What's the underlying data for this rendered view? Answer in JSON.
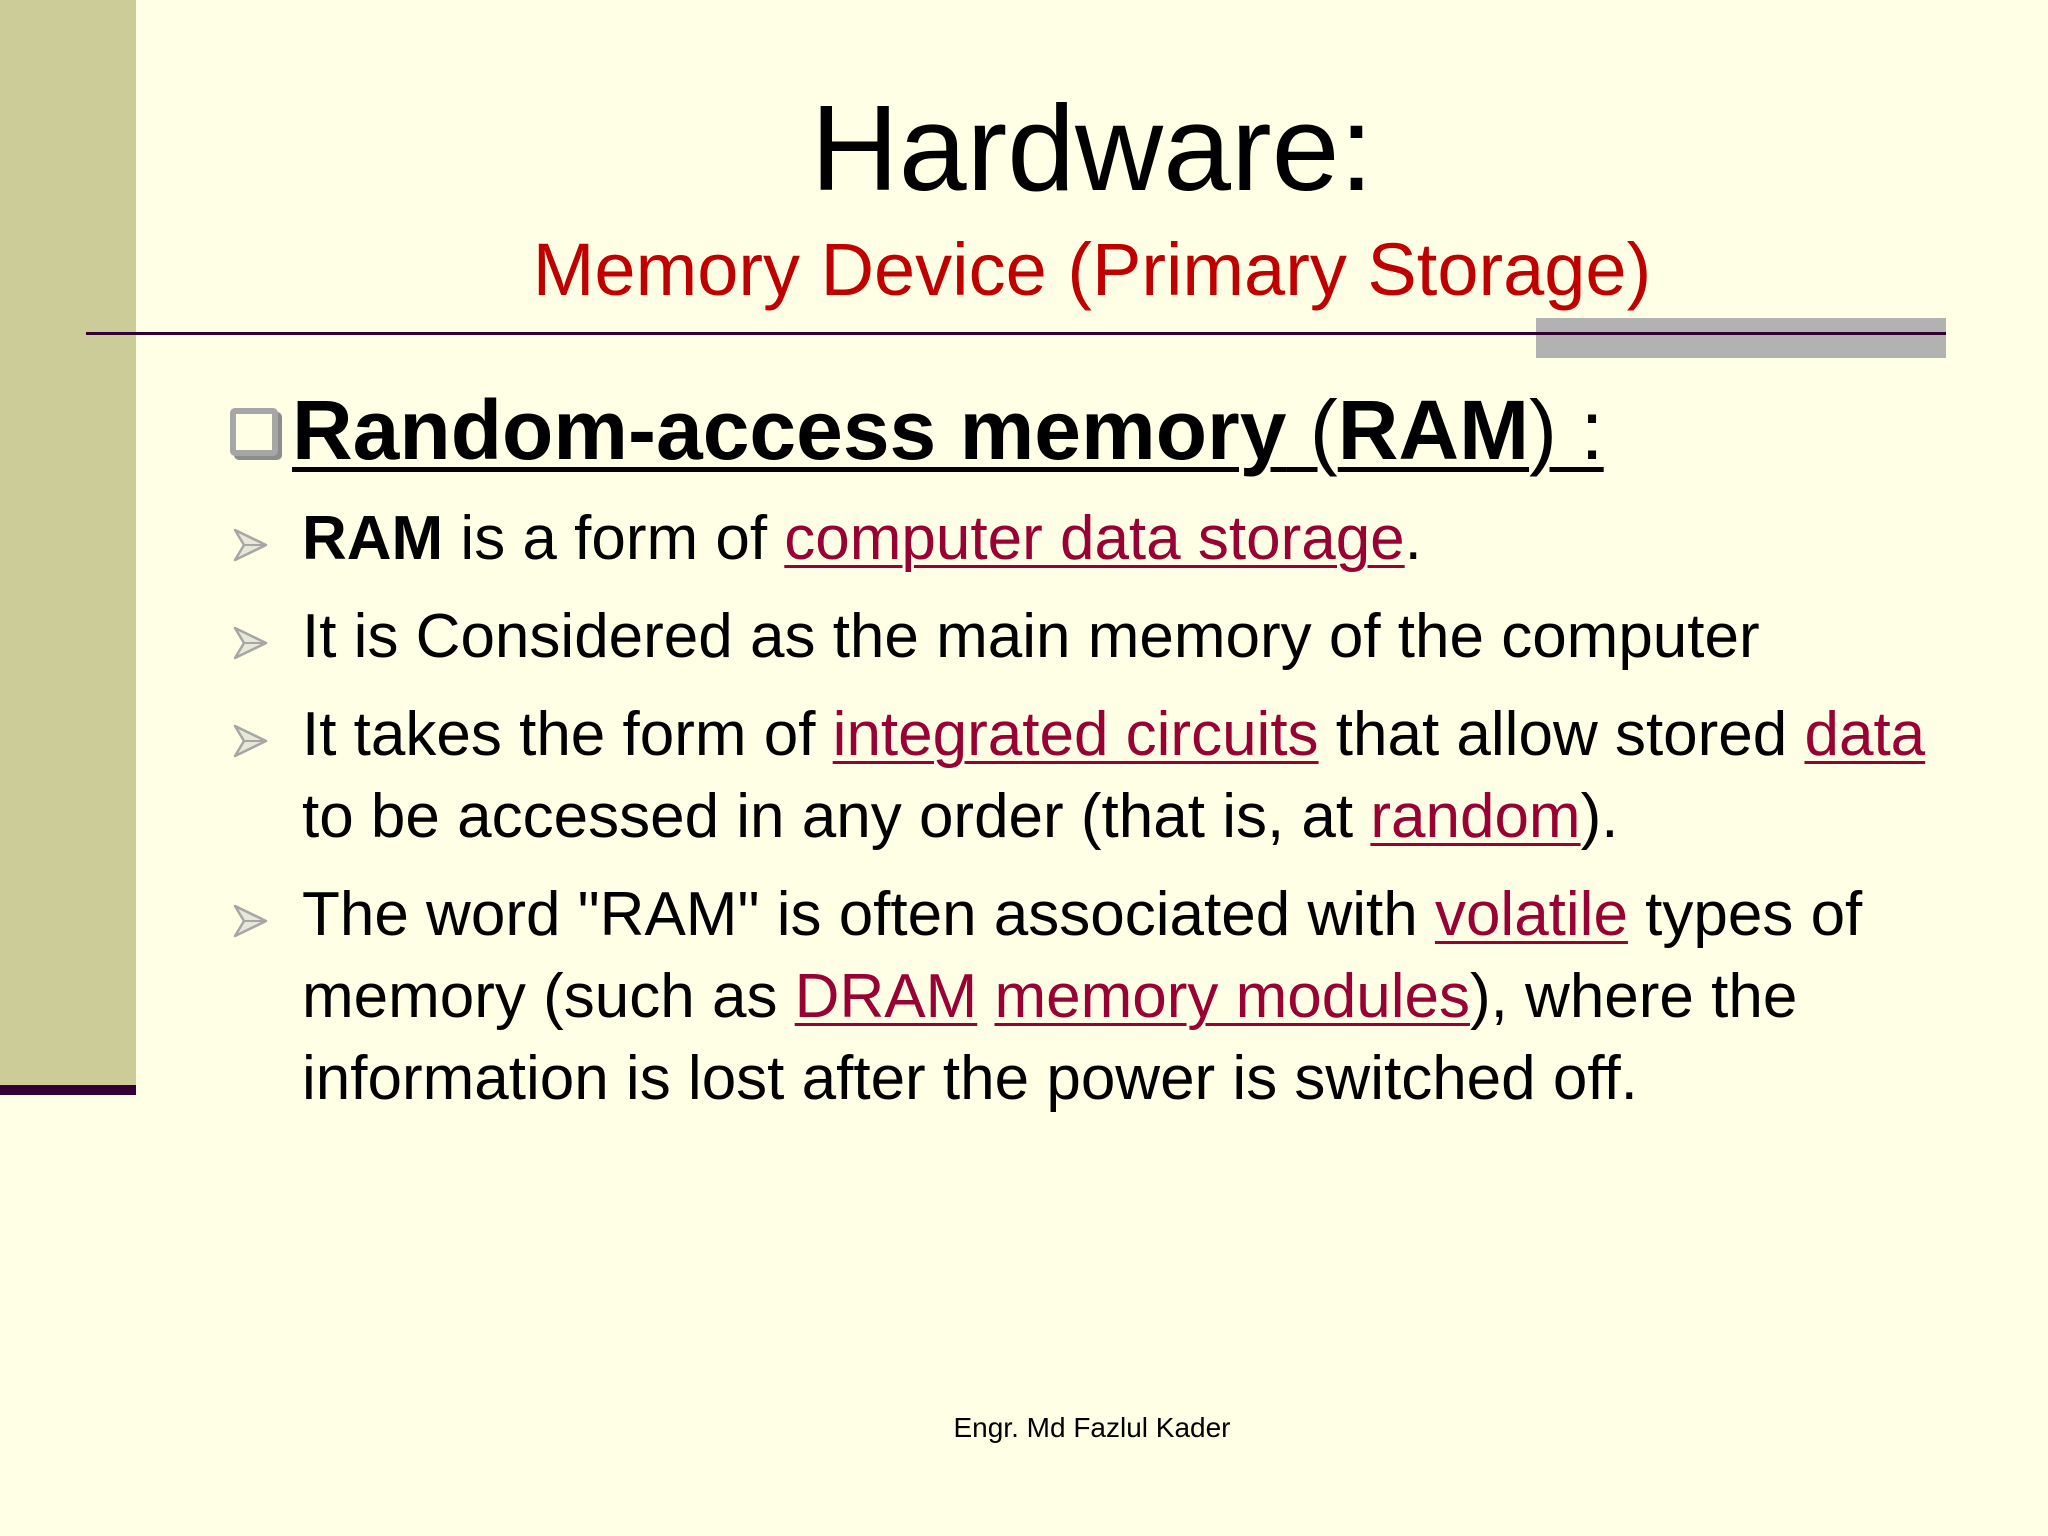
{
  "slide": {
    "title": "Hardware:",
    "subtitle": "Memory Device (Primary Storage)",
    "heading": {
      "bold": "Random-access memory",
      "open": " (",
      "abbr": "RAM",
      "close": ") :"
    },
    "bullets": [
      {
        "b": "RAM",
        "t1": " is a form of ",
        "link1": "computer data storage",
        "t2": "."
      },
      {
        "t1": "It is Considered as the main memory of the computer"
      },
      {
        "t1": "It takes the form of ",
        "link1": "integrated circuits",
        "t2": " that allow stored ",
        "link2": "data",
        "t3": " to be accessed in any order (that is, at ",
        "link3": "random",
        "t4": ")."
      },
      {
        "t1": "The word \"RAM\" is often associated with ",
        "link1": "volatile",
        "t2": " types of memory (such as ",
        "link2": "DRAM",
        "t3": " ",
        "link3": "memory modules",
        "t4": "), where the information is lost after the power is switched off."
      }
    ],
    "footer": "Engr. Md Fazlul Kader"
  },
  "colors": {
    "background": "#FFFFE5",
    "left_band": "#CCCC99",
    "rule": "#330033",
    "subtitle": "#C00000",
    "link": "#990033",
    "accent_gray": "#B2B2B2"
  },
  "icons": {
    "heading_bullet": "hollow-square-bullet-icon",
    "list_bullet": "outline-arrowhead-bullet-icon"
  }
}
